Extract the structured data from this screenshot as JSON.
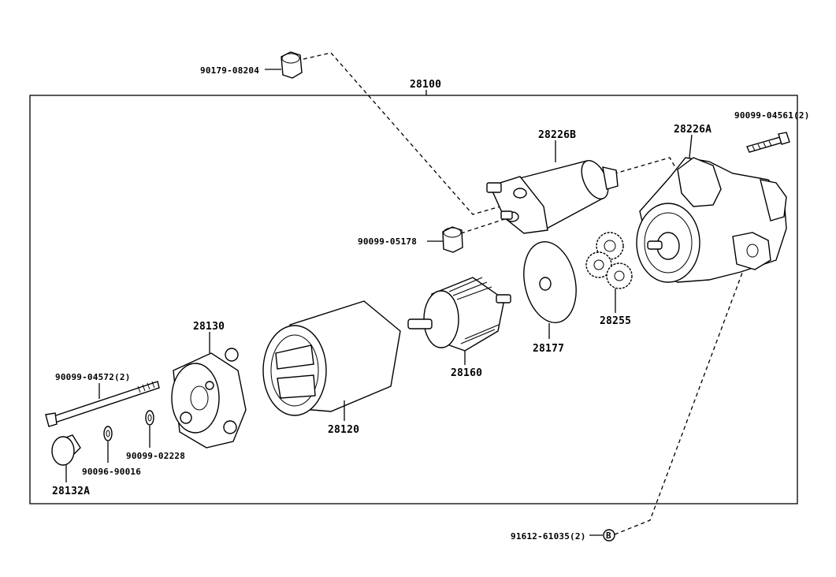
{
  "labels": {
    "p90179": "90179-08204",
    "p28100": "28100",
    "p90099_04561": "90099-04561(2)",
    "p28226A": "28226A",
    "p28226B": "28226B",
    "p90099_05178": "90099-05178",
    "p28255": "28255",
    "p28177": "28177",
    "p28160": "28160",
    "p28130": "28130",
    "p28120": "28120",
    "p90099_04572": "90099-04572(2)",
    "p90099_02228": "90099-02228",
    "p90096_90016": "90096-90016",
    "p28132A": "28132A",
    "p91612": "91612-61035(2)",
    "markB": "B"
  }
}
